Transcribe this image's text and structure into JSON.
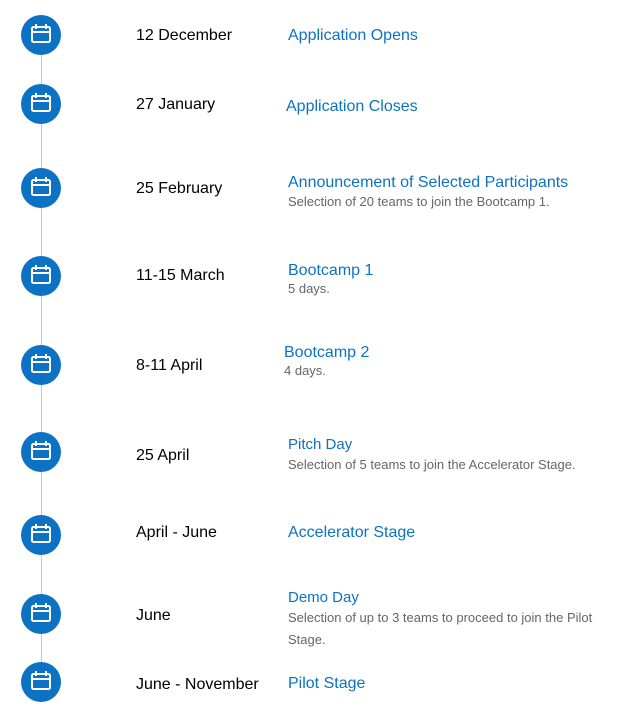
{
  "colors": {
    "accent": "#0d72c4",
    "icon_circle": "#0d72c4",
    "line": "#c8c8c8",
    "date_text": "#000000",
    "desc_text": "#666666"
  },
  "timeline": {
    "icon": "calendar-icon",
    "events": [
      {
        "date": "12 December",
        "title": "Application Opens",
        "description": ""
      },
      {
        "date": "27 January",
        "title": "Application Closes",
        "description": ""
      },
      {
        "date": "25 February",
        "title": "Announcement of Selected Participants",
        "description": "Selection of 20 teams to join the Bootcamp 1."
      },
      {
        "date": "11-15 March",
        "title": "Bootcamp 1",
        "description": "5 days."
      },
      {
        "date": "8-11 April",
        "title": "Bootcamp 2",
        "description": "4 days."
      },
      {
        "date": "25 April",
        "title": "Pitch Day",
        "description": "Selection of 5 teams to join the Accelerator Stage."
      },
      {
        "date": "April - June",
        "title": "Accelerator Stage",
        "description": ""
      },
      {
        "date": "June",
        "title": "Demo Day",
        "description": "Selection of up to 3 teams to proceed to join the Pilot Stage."
      },
      {
        "date": "June - November",
        "title": "Pilot Stage",
        "description": ""
      }
    ]
  }
}
